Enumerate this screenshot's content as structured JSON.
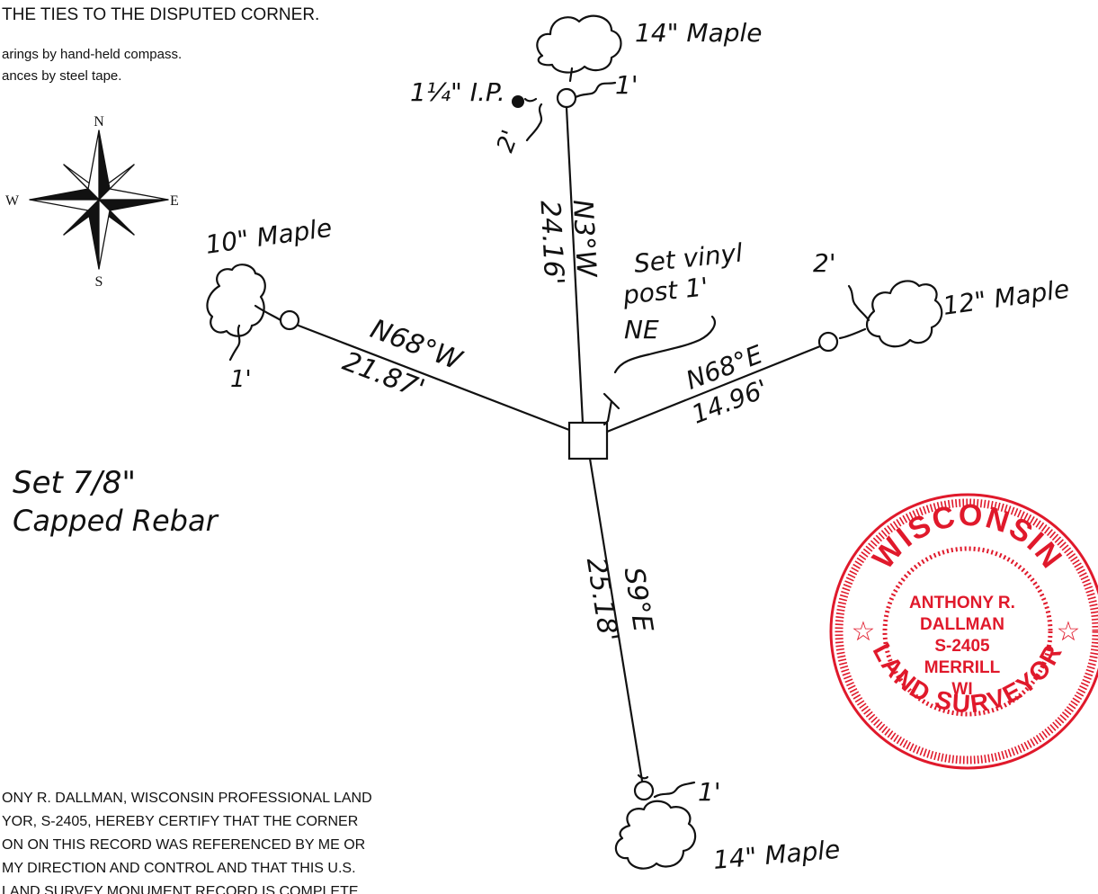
{
  "header": {
    "title": "THE TIES TO THE DISPUTED CORNER.",
    "note_bearings": "arings by hand-held compass.",
    "note_distances": "ances by steel tape."
  },
  "compass": {
    "n": "N",
    "s": "S",
    "e": "E",
    "w": "W"
  },
  "ties": {
    "north": {
      "bearing": "N3°W",
      "distance": "24.16'",
      "monument": "1¼\" I.P.",
      "tree": "14\" Maple",
      "tree_offset": "1'",
      "pin_offset": "2'"
    },
    "west": {
      "bearing": "N68°W",
      "distance": "21.87'",
      "tree": "10\" Maple",
      "tree_offset": "1'"
    },
    "east": {
      "bearing": "N68°E",
      "distance": "14.96'",
      "tree": "12\" Maple",
      "tree_offset": "2'"
    },
    "south": {
      "bearing": "S9°E",
      "distance": "25.18'",
      "tree": "14\" Maple",
      "tree_offset": "1'"
    }
  },
  "notes": {
    "vinyl_line1": "Set vinyl",
    "vinyl_line2": "post 1'",
    "vinyl_line3": "NE",
    "rebar_line1": "Set 7/8\"",
    "rebar_line2": "Capped Rebar"
  },
  "certification": [
    "ONY R. DALLMAN, WISCONSIN PROFESSIONAL LAND",
    "YOR, S-2405, HEREBY CERTIFY THAT THE CORNER",
    "ON ON THIS RECORD WAS REFERENCED BY ME OR",
    "MY DIRECTION AND CONTROL AND THAT THIS U.S.",
    "LAND SURVEY MONUMENT RECORD IS COMPLETE"
  ],
  "seal": {
    "top": "WISCONSIN",
    "bottom": "LAND SURVEYOR",
    "name1": "ANTHONY R.",
    "name2": "DALLMAN",
    "license": "S-2405",
    "city": "MERRILL",
    "state": "WI",
    "color": "#e0192b"
  }
}
